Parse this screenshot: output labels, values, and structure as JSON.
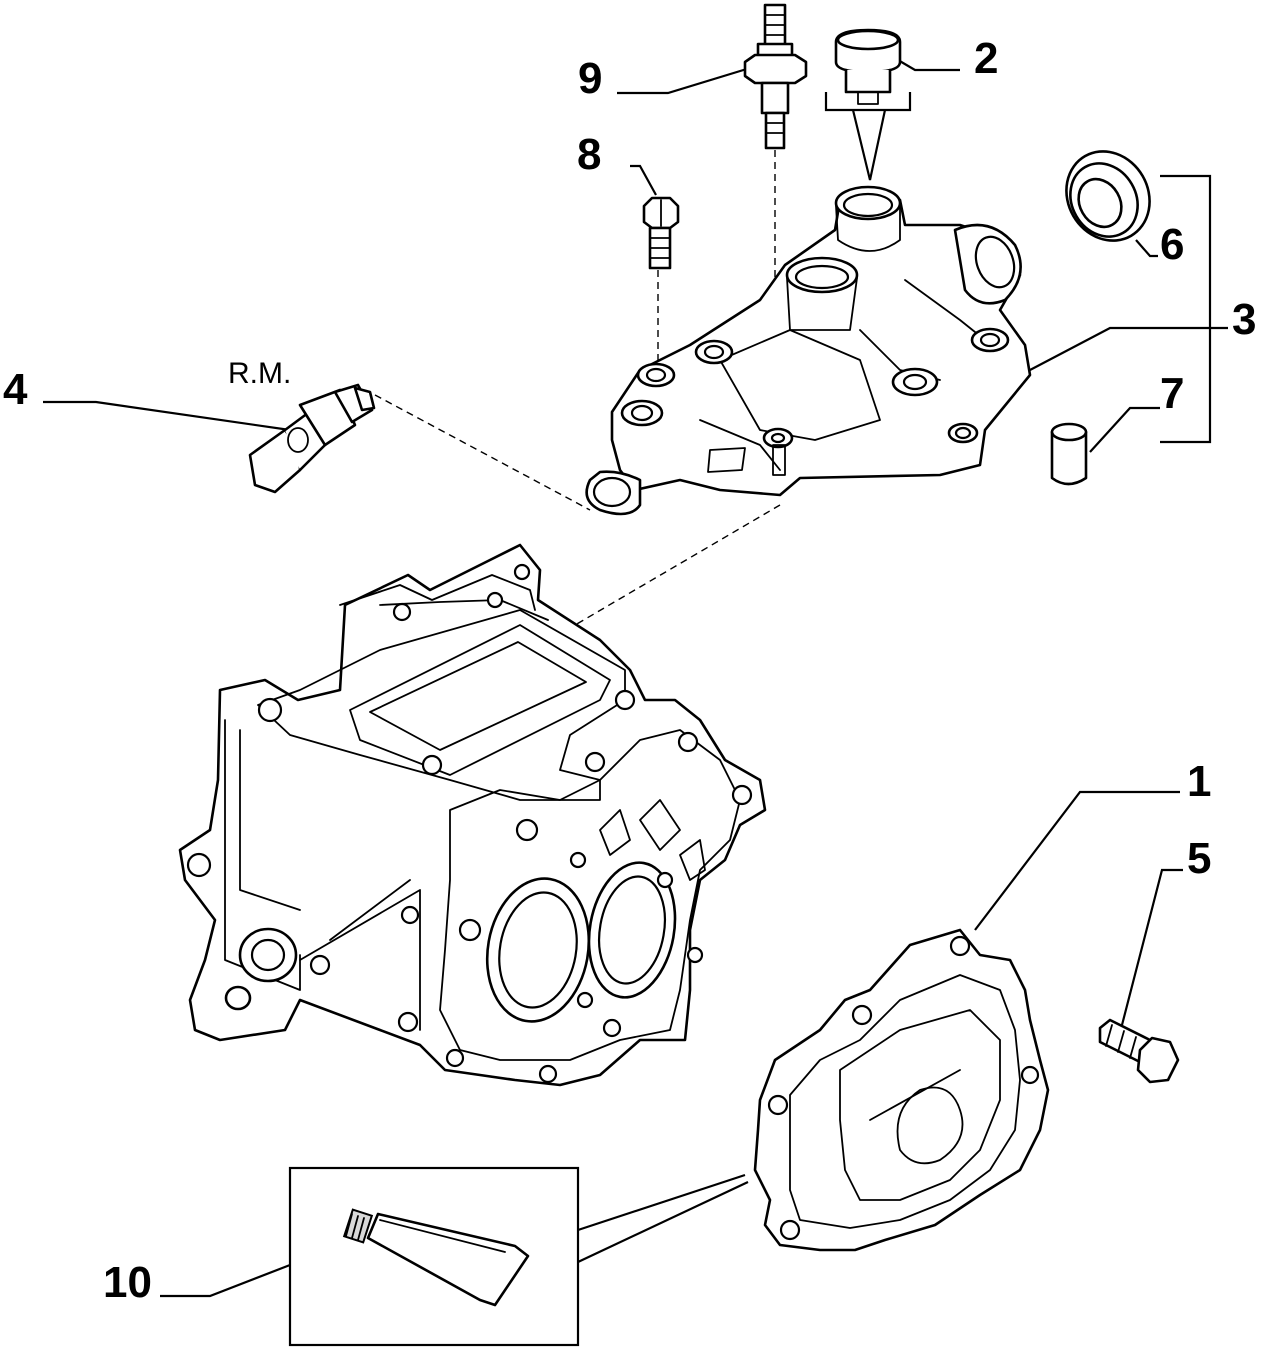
{
  "callouts": {
    "c1": "1",
    "c2": "2",
    "c3": "3",
    "c4": "4",
    "c5": "5",
    "c6": "6",
    "c7": "7",
    "c8": "8",
    "c9": "9",
    "c10": "10"
  },
  "notes": {
    "rm": "R.M."
  }
}
